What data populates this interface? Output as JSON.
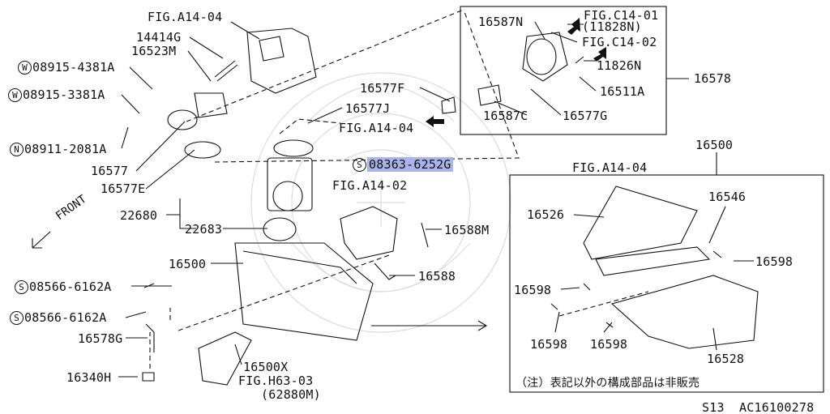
{
  "labels": {
    "fig_a14_04_top": "FIG.A14-04",
    "p14414g": "14414G",
    "p16523m": "16523M",
    "w1_code": "08915-4381A",
    "w2_code": "08915-3381A",
    "n1_code": "08911-2081A",
    "p16577": "16577",
    "p16577e": "16577E",
    "p16577f": "16577F",
    "p16577j": "16577J",
    "fig_a14_04_mid": "FIG.A14-04",
    "s_hl_code": "08363-6252G",
    "fig_a14_02": "FIG.A14-02",
    "p22680": "22680",
    "p22683": "22683",
    "p16588m": "16588M",
    "p16500_left": "16500",
    "p16588": "16588",
    "s1_code": "08566-6162A",
    "s2_code": "08566-6162A",
    "p16578g": "16578G",
    "p16340h": "16340H",
    "p16500x": "16500X",
    "fig_h63_03": "FIG.H63-03",
    "p62880m": "(62880M)",
    "front": "FRONT",
    "p16587n": "16587N",
    "fig_c14_01": "FIG.C14-01",
    "p11828n": "(11828N)",
    "fig_c14_02": "FIG.C14-02",
    "p11826n": "11826N",
    "p16511a": "16511A",
    "p16578": "16578",
    "p16587c": "16587C",
    "p16577g": "16577G",
    "p16500_right": "16500",
    "fig_a14_04_right": "FIG.A14-04",
    "p16546": "16546",
    "p16526": "16526",
    "p16598_a": "16598",
    "p16598_b": "16598",
    "p16598_c": "16598",
    "p16598_d": "16598",
    "p16528": "16528",
    "note_jp": "（注）表記以外の構成部品は非販売",
    "footer_s13": "S13",
    "footer_code": "AC16100278"
  },
  "markers": {
    "w": "W",
    "n": "N",
    "s": "S"
  },
  "colors": {
    "highlight": "#a9b4e8",
    "ink": "#111111"
  }
}
